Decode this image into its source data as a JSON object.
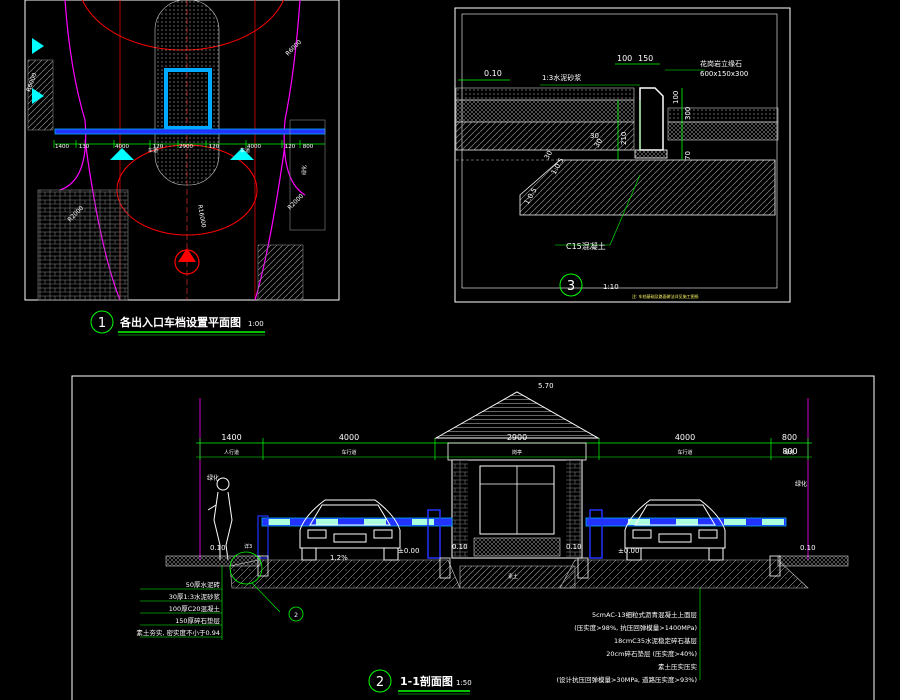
{
  "colors": {
    "background": "#000000",
    "frame": "#ffffff",
    "dimension": "#00ff00",
    "centerline": "#ff0000",
    "road_edge": "#ff00ff",
    "guard_house": "#00aaff",
    "barrier": "#2233ff",
    "text": "#ffffff",
    "title": "#ffff66"
  },
  "plan": {
    "title": "各出入口车档设置平面图",
    "scale": "1:00",
    "number": "1",
    "dims_top": [
      "1400",
      "130",
      "4000",
      "120",
      "2900",
      "120",
      "4000",
      "120",
      "800"
    ],
    "label_left": "R6000",
    "label_right_top": "R6000",
    "label_right_mid": "R2000",
    "label_left_mid": "R2000",
    "label_center": "R16000",
    "label_road_left": "车道",
    "label_road_right": "车道",
    "label_side": "绿化"
  },
  "detail": {
    "number": "3",
    "scale": "1:10",
    "note": "注: 车档基础及路面做法详见施工图纸",
    "dims_top": [
      "100",
      "150"
    ],
    "label_mortar": "1:3水泥砂浆",
    "label_curb": "花岗岩立缘石",
    "label_curb_size": "600x150x300",
    "label_concrete": "C15混凝土",
    "level": "0.10",
    "dims_vertical": [
      "100",
      "300",
      "210",
      "30",
      "70"
    ],
    "slope_1": "1:0.5",
    "slope_2": "1:0.5",
    "dim_30a": "30",
    "dim_30b": "30"
  },
  "section": {
    "title": "1-1剖面图",
    "scale": "1:50",
    "number": "2",
    "top_level": "5.70",
    "dims_top": [
      "1400",
      "4000",
      "2900",
      "4000",
      "800"
    ],
    "lane_labels": [
      "人行道",
      "车行道",
      "岗亭",
      "车行道",
      "绿化"
    ],
    "right_dims": [
      "800",
      "800"
    ],
    "left_label": "绿化",
    "right_label": "绿化",
    "levels": [
      "0.10",
      "±0.00",
      "0.10",
      "0.10",
      "±0.00",
      "0.10"
    ],
    "slope": "1.2%",
    "curb_ref": "详3",
    "ground_label": "素土",
    "callout_ref": "2",
    "layers_left": [
      "50厚水泥砖",
      "30厚1:3水泥砂浆",
      "100厚C20混凝土",
      "150厚碎石垫层",
      "素土夯实, 密实度不小于0.94"
    ],
    "layers_right": [
      "5cmAC-13细粒式沥青混凝土上面层",
      "(压实度>98%, 抗压回弹模量>1400MPa)",
      "18cmC35水泥稳定碎石基层",
      "20cm碎石垫层 (压实度>40%)",
      "素土压实压实",
      "(设计抗压回弹模量>30MPa, 道路压实度>93%)"
    ]
  }
}
